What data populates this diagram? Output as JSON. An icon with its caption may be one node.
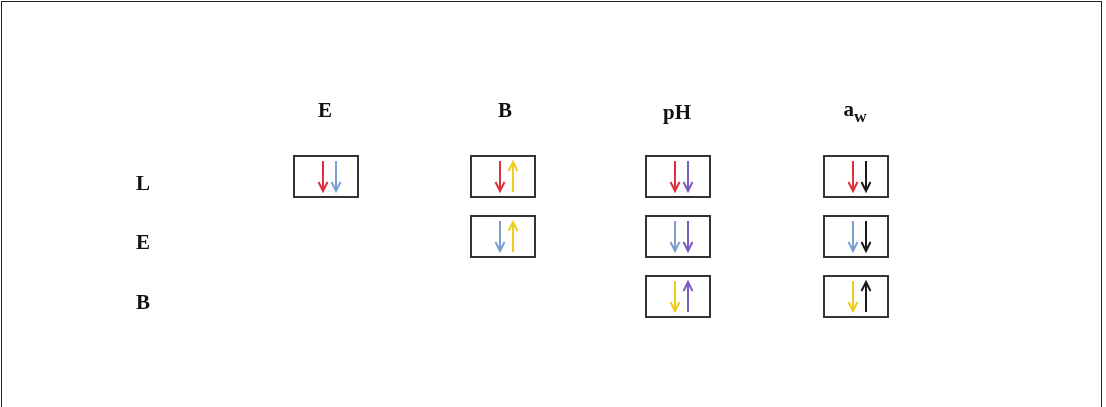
{
  "diagram": {
    "nodes": [
      {
        "text": [],
        "shape": "box"
      },
      {
        "text": [],
        "shape": "box"
      },
      {
        "text": [],
        "shape": "box"
      },
      {
        "text": [],
        "shape": "box"
      },
      {
        "text": [],
        "shape": "box"
      },
      {
        "text": [],
        "shape": "box"
      },
      {
        "text": [],
        "shape": "box"
      },
      {
        "text": [],
        "shape": "box"
      },
      {
        "text": [],
        "shape": "box"
      }
    ],
    "edges": [],
    "labels": [
      "E",
      "B",
      "pH",
      "a$_{w}$",
      "L",
      "E",
      "B"
    ]
  }
}
